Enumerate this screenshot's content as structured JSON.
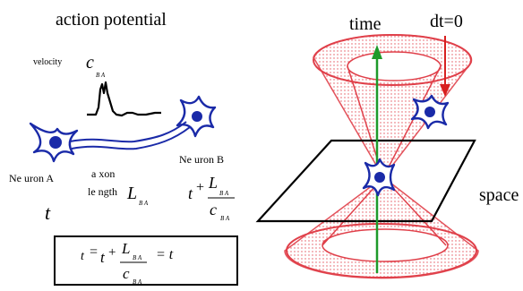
{
  "left_panel": {
    "title": "action potential",
    "velocity_label": "velocity",
    "velocity_symbol": "c",
    "velocity_sub": "B A",
    "neuron_a_label": "Ne uron A",
    "axon_label": "a xon",
    "length_label": "le ngth",
    "length_symbol": "L",
    "length_sub": "B A",
    "neuron_b_label": "Ne uron B",
    "time_symbol": "t",
    "formula_t": "t",
    "formula_plus": "+",
    "formula_L": "L",
    "formula_L_sub": "B A",
    "formula_c": "c",
    "formula_c_sub": "B A",
    "box_eq1": "=",
    "box_eq2": "= t"
  },
  "right_panel": {
    "time_label": "time",
    "dt_label": "dt=0",
    "space_label": "space"
  },
  "colors": {
    "neuron": "#1a2aa8",
    "cone": "#e0404a",
    "time_axis": "#1e9a2a",
    "dt_arrow": "#d81f1f"
  }
}
